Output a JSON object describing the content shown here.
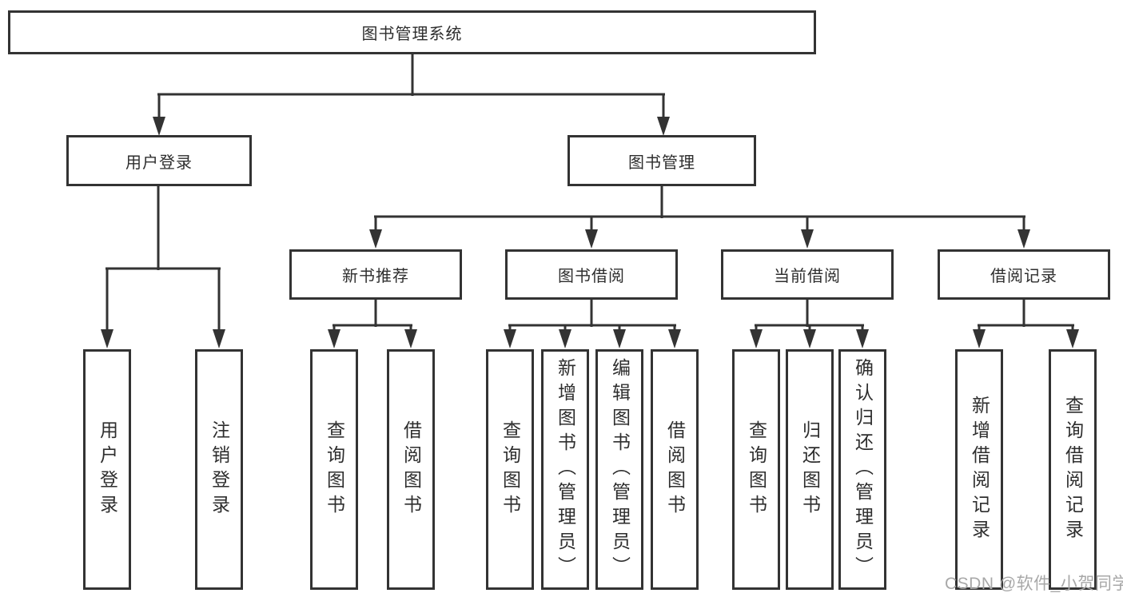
{
  "tree": {
    "label": "图书管理系统",
    "children": [
      {
        "label": "用户登录",
        "children": [
          {
            "label": "用户登录"
          },
          {
            "label": "注销登录"
          }
        ]
      },
      {
        "label": "图书管理",
        "children": [
          {
            "label": "新书推荐",
            "children": [
              {
                "label": "查询图书"
              },
              {
                "label": "借阅图书"
              }
            ]
          },
          {
            "label": "图书借阅",
            "children": [
              {
                "label": "查询图书"
              },
              {
                "label": "新增图书（管理员）"
              },
              {
                "label": "编辑图书（管理员）"
              },
              {
                "label": "借阅图书"
              }
            ]
          },
          {
            "label": "当前借阅",
            "children": [
              {
                "label": "查询图书"
              },
              {
                "label": "归还图书"
              },
              {
                "label": "确认归还（管理员）"
              }
            ]
          },
          {
            "label": "借阅记录",
            "children": [
              {
                "label": "新增借阅记录"
              },
              {
                "label": "查询借阅记录"
              }
            ]
          }
        ]
      }
    ]
  },
  "watermark": "CSDN @软件_小贺同学",
  "colors": {
    "line": "#333333",
    "box_border": "#333333",
    "box_bg": "#ffffff",
    "text": "#2e2e2e",
    "watermark": "#a8a8a8"
  }
}
